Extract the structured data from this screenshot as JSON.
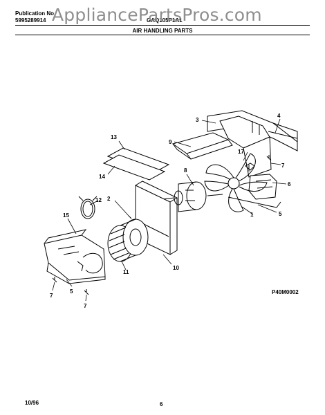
{
  "header": {
    "publication_label": "Publication No.",
    "publication_number": "5995289914",
    "model_number": "GAQ105P1A1",
    "section_title": "AIR HANDLING PARTS",
    "watermark": "AppliancePartsPros.com"
  },
  "diagram": {
    "callouts": [
      "1",
      "2",
      "3",
      "4",
      "5",
      "5",
      "6",
      "7",
      "7",
      "7",
      "8",
      "9",
      "10",
      "11",
      "12",
      "13",
      "14",
      "15",
      "17"
    ]
  },
  "footer": {
    "figure_code": "P40M0002",
    "date": "10/96",
    "page_number": "6"
  },
  "colors": {
    "ink": "#000000",
    "watermark": "#8e8e8e",
    "paper": "#ffffff"
  }
}
